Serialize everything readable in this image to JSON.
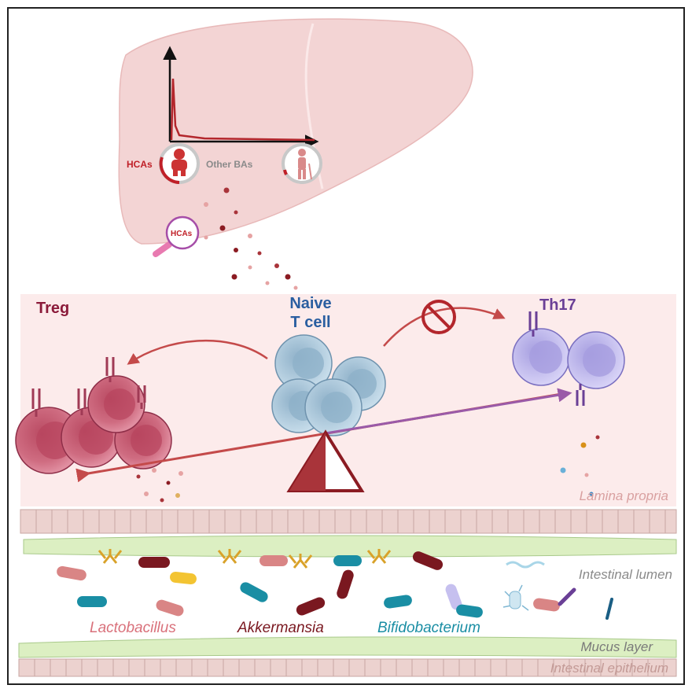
{
  "liver": {
    "label_hcas_left": "HCAs",
    "label_other_bas": "Other BAs",
    "label_hcas_magnifier": "HCAs"
  },
  "cells": {
    "treg": "Treg",
    "naive_line1": "Naive",
    "naive_line2": "T cell",
    "th17": "Th17"
  },
  "regions": {
    "lamina_propria": "Lamina propria",
    "intestinal_lumen": "Intestinal lumen",
    "mucus_layer": "Mucus layer",
    "intestinal_epithelium": "Intestinal epithelium"
  },
  "bacteria": {
    "lactobacillus": "Lactobacillus",
    "akkermansia": "Akkermansia",
    "bifidobacterium": "Bifidobacterium"
  },
  "colors": {
    "liver": "#f3d4d4",
    "treg": "#c9566e",
    "naive": "#a9c8dd",
    "th17": "#c6c0ef",
    "lamina_bg": "#fcebeb",
    "epithelium": "#ecd2cf",
    "mucus": "#dcefc2",
    "dark_red": "#8b1b22",
    "purple": "#9a5aa8",
    "lactobacillus_text": "#d9717b",
    "akkermansia_text": "#7a1820",
    "bifido_text": "#1a8ea4"
  },
  "icons": [
    "infant-icon",
    "elderly-icon",
    "magnifier-icon",
    "prohibit-icon",
    "antibody-icon",
    "balance-fulcrum-icon"
  ]
}
